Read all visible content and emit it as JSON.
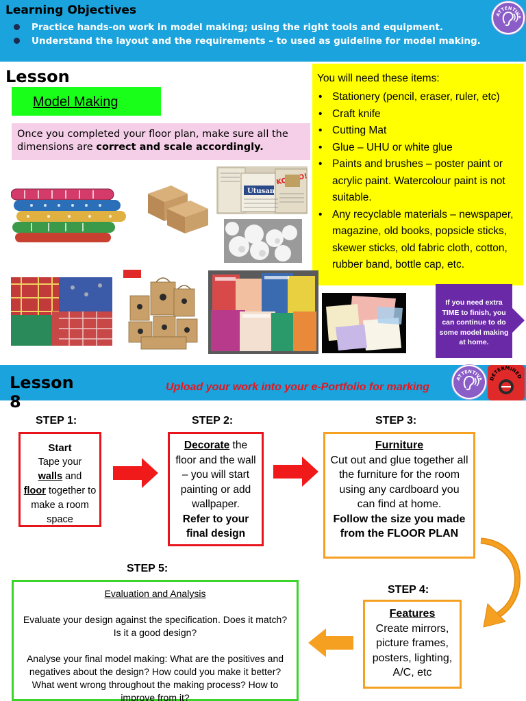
{
  "objectives": {
    "title": "Learning Objectives",
    "bullets": [
      "Practice hands-on work in model making; using the right tools and equipment.",
      "Understand the layout and the requirements – to used as guideline for model making."
    ]
  },
  "badges": {
    "attentive": "ATTENTIVE",
    "determined": "DETERMINED"
  },
  "lesson_top": {
    "heading": "Lesson",
    "topic": "Model Making",
    "note_plain": "Once you completed your floor plan, make sure all the dimensions are ",
    "note_bold": "correct and scale accordingly."
  },
  "items": {
    "title": "You will need these items:",
    "list": [
      "Stationery (pencil, eraser, ruler, etc)",
      "Craft knife",
      "Cutting Mat",
      "Glue – UHU or white glue",
      "Paints and brushes – poster paint or acrylic paint. Watercolour paint is not suitable.",
      "Any recyclable materials – newspaper, magazine, old books, popsicle sticks, skewer sticks, old fabric cloth, cotton, rubber band, bottle cap, etc."
    ]
  },
  "photos": {
    "newspaper_text_1": "Utusan",
    "newspaper_text_2": "KOSMO!"
  },
  "callout": {
    "text": "If you need extra TIME to finish, you can continue to do some model making at home."
  },
  "lesson8": {
    "heading": "Lesson 8",
    "upload": "Upload your work into your e-Portfolio for marking"
  },
  "steps": {
    "step1": {
      "label": "STEP 1:",
      "title": "Start",
      "line1": "Tape your",
      "walls": "walls",
      "and": " and",
      "floor": "floor",
      "rest": " together to make a room space"
    },
    "step2": {
      "label": "STEP 2:",
      "title": "Decorate",
      "body": " the floor and the wall – you will start painting or add wallpaper.",
      "bold": "Refer to your final design"
    },
    "step3": {
      "label": "STEP 3:",
      "title": "Furniture",
      "body": "Cut out and glue together all the furniture for the room using any cardboard you can find at home.",
      "bold": "Follow the size you made from the FLOOR PLAN"
    },
    "step4": {
      "label": "STEP 4:",
      "title": "Features",
      "body": "Create mirrors, picture frames, posters, lighting, A/C, etc"
    },
    "step5": {
      "label": "STEP 5:",
      "title": "Evaluation and Analysis",
      "para1": "Evaluate your design against the specification. Does it match? Is it a good design?",
      "para2": "Analyse your final model making: What are the positives and negatives about the design? How could you make it better? What went wrong throughout the making process? How to improve from it?"
    }
  },
  "colors": {
    "banner_blue": "#1aa3dc",
    "green_box": "#1aff1a",
    "pink_box": "#f5cfe8",
    "yellow_box": "#ffff00",
    "purple": "#6a2aa8",
    "red": "#e8141c",
    "orange": "#f5a020",
    "green_border": "#3bd42a"
  }
}
